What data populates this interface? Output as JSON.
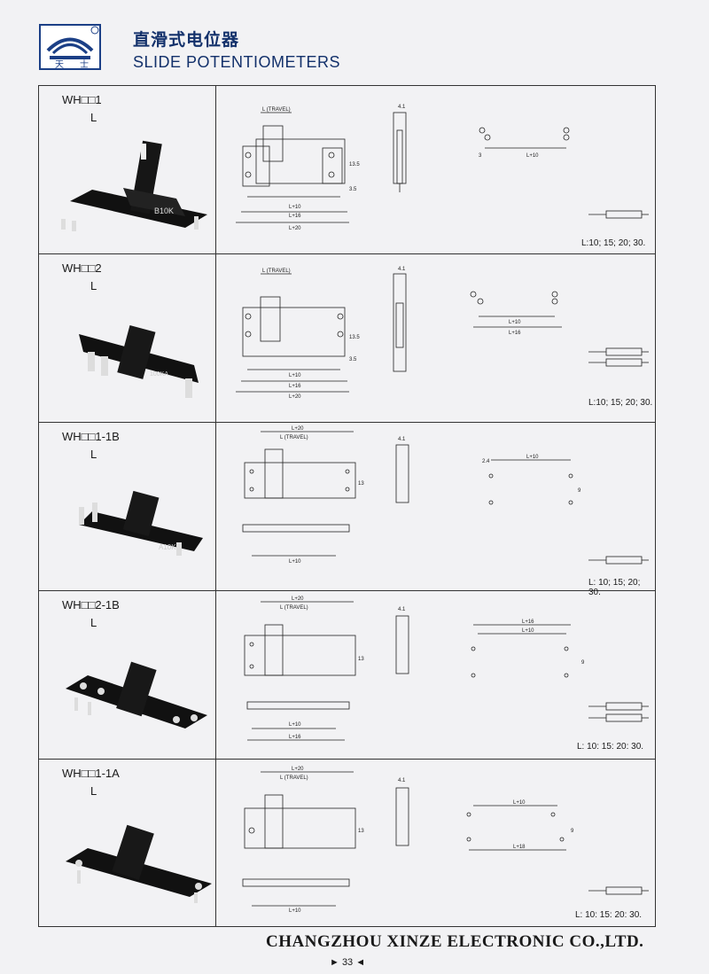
{
  "header": {
    "title_cn": "直滑式电位器",
    "title_en": "SLIDE POTENTIOMETERS"
  },
  "rows": [
    {
      "model": "WH□□1",
      "l_label": "L",
      "part_marking": "B10K",
      "lengths": "L:10; 15; 20; 30.",
      "dim_labels": [
        "L (TRAVEL)",
        "L+10",
        "L+16",
        "L+20",
        "4.1",
        "13.5",
        "3.5",
        "L+10",
        "3"
      ]
    },
    {
      "model": "WH□□2",
      "l_label": "L",
      "part_marking": "100KA",
      "lengths": "L:10; 15; 20; 30.",
      "dim_labels": [
        "L (TRAVEL)",
        "L+10",
        "L+16",
        "L+20",
        "4.1",
        "13.5",
        "3.5",
        "L+10",
        "L+16"
      ]
    },
    {
      "model": "WH□□1-1B",
      "l_label": "L",
      "part_marking": "A10K",
      "lengths": "L: 10; 15; 20; 30.",
      "dim_labels": [
        "L+20",
        "L (TRAVEL)",
        "L+10",
        "4.1",
        "13",
        "2.4",
        "L+10",
        "9"
      ]
    },
    {
      "model": "WH□□2-1B",
      "l_label": "L",
      "part_marking": "",
      "lengths": "L: 10: 15: 20: 30.",
      "dim_labels": [
        "L+20",
        "L (TRAVEL)",
        "L+10",
        "L+16",
        "4.1",
        "13",
        "L+16",
        "L+10",
        "9"
      ]
    },
    {
      "model": "WH□□1-1A",
      "l_label": "L",
      "part_marking": "",
      "lengths": "L: 10: 15: 20: 30.",
      "dim_labels": [
        "L+20",
        "L (TRAVEL)",
        "L+10",
        "4.1",
        "13",
        "L+10",
        "L+18",
        "9"
      ]
    }
  ],
  "footer": {
    "company": "CHANGZHOU XINZE ELECTRONIC CO.,LTD.",
    "page": "► 33 ◄"
  }
}
